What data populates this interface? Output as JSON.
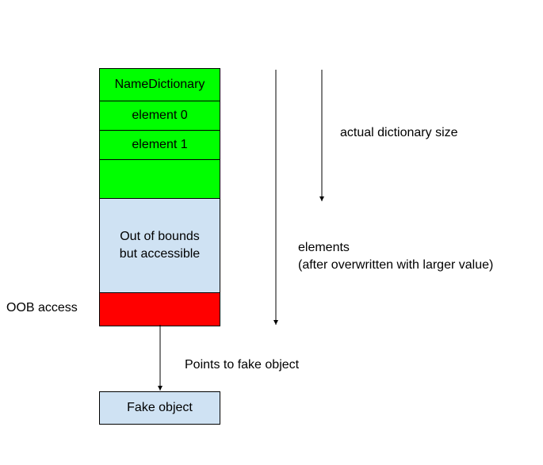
{
  "memory_stack": {
    "cells": [
      {
        "label": "NameDictionary",
        "region": "dictionary",
        "color": "#00ff00"
      },
      {
        "label": "element 0",
        "region": "dictionary",
        "color": "#00ff00"
      },
      {
        "label": "element 1",
        "region": "dictionary",
        "color": "#00ff00"
      },
      {
        "label": "",
        "region": "dictionary",
        "color": "#00ff00"
      },
      {
        "label_lines": [
          "Out of bounds",
          "but accessible"
        ],
        "region": "out-of-bounds",
        "color": "#cfe2f3"
      },
      {
        "label": "",
        "region": "oob-access",
        "color": "#ff0000"
      }
    ]
  },
  "labels": {
    "oob_access": "OOB access",
    "actual_size": "actual dictionary size",
    "elements_line1": "elements",
    "elements_line2": "(after overwritten with larger value)",
    "points_to": "Points to fake object"
  },
  "fake_object": {
    "label": "Fake object",
    "color": "#cfe2f3"
  }
}
